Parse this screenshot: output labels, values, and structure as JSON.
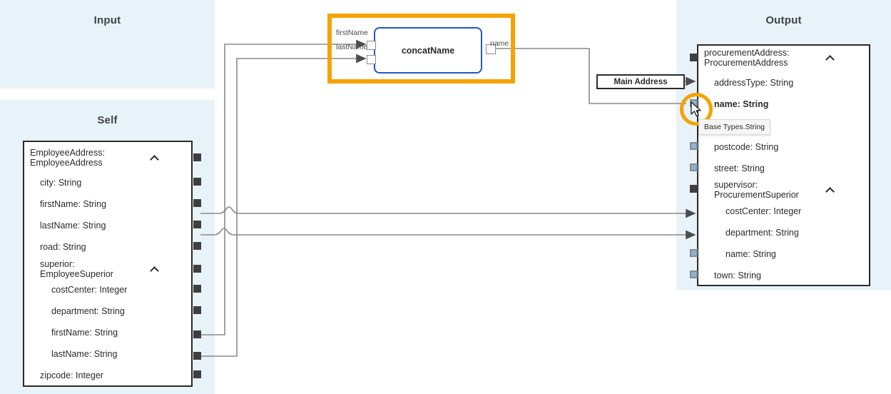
{
  "zones": {
    "input": {
      "title": "Input"
    },
    "self": {
      "title": "Self"
    },
    "output": {
      "title": "Output"
    }
  },
  "self_structure": {
    "rows": [
      {
        "label": "EmployeeAddress:\nEmployeeAddress",
        "level": 0,
        "chevron": "chevron-up",
        "port": "dark"
      },
      {
        "label": "city: String",
        "level": 1,
        "port": "dark"
      },
      {
        "label": "firstName: String",
        "level": 1,
        "port": "dark"
      },
      {
        "label": "lastName: String",
        "level": 1,
        "port": "dark"
      },
      {
        "label": "road: String",
        "level": 1,
        "port": "dark"
      },
      {
        "label": "superior:\nEmployeeSuperior",
        "level": 1,
        "chevron": "chevron-up",
        "port": "dark"
      },
      {
        "label": "costCenter: Integer",
        "level": 2,
        "port": "dark"
      },
      {
        "label": "department: String",
        "level": 2,
        "port": "dark"
      },
      {
        "label": "firstName: String",
        "level": 2,
        "port": "dark"
      },
      {
        "label": "lastName: String",
        "level": 2,
        "port": "dark"
      },
      {
        "label": "zipcode: Integer",
        "level": 1,
        "port": "dark"
      }
    ]
  },
  "output_structure": {
    "rows": [
      {
        "label": "procurementAddress:\nProcurementAddress",
        "level": 0,
        "chevron": "chevron-up",
        "port": "dark"
      },
      {
        "label": "addressType: String",
        "level": 1,
        "port": "arrow"
      },
      {
        "label": "name: String",
        "level": 1,
        "port": "blue",
        "highlighted": true
      },
      {
        "label": "postcode: String",
        "level": 1,
        "port": "blue"
      },
      {
        "label": "street: String",
        "level": 1,
        "port": "blue"
      },
      {
        "label": "supervisor:\nProcurementSuperior",
        "level": 1,
        "chevron": "chevron-up",
        "port": "dark"
      },
      {
        "label": "costCenter: Integer",
        "level": 2,
        "port": "arrow"
      },
      {
        "label": "department: String",
        "level": 2,
        "port": "arrow"
      },
      {
        "label": "name: String",
        "level": 2,
        "port": "blue"
      },
      {
        "label": "town: String",
        "level": 1,
        "port": "blue"
      }
    ]
  },
  "function_node": {
    "name": "concatName",
    "selected": true,
    "inputs": [
      {
        "label": "firstName"
      },
      {
        "label": "lastName"
      }
    ],
    "outputs": [
      {
        "label": "name"
      }
    ]
  },
  "constant_node": {
    "value": "Main Address"
  },
  "tooltip": {
    "text": "Base Types.String"
  },
  "colors": {
    "zone_background": "#e8f2f9",
    "highlight_orange": "#f5a300",
    "node_border_blue": "#1e59c8",
    "port_blue": "#87b4dc",
    "port_dark": "#3f3f3f",
    "wire_gray": "#8a8a8a"
  }
}
